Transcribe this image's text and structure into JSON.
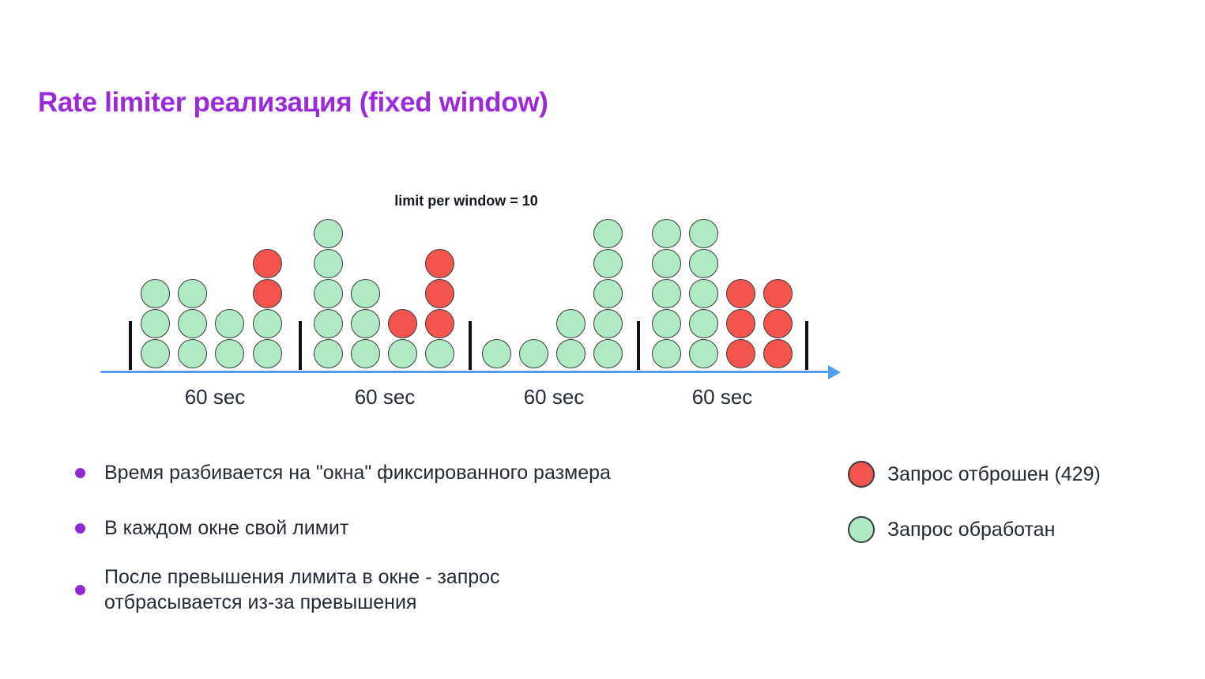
{
  "title": "Rate limiter реализация (fixed window)",
  "diagram": {
    "limit_label": "limit per window = 10",
    "windows": [
      {
        "label": "60 sec",
        "columns": [
          [
            "processed",
            "processed",
            "processed"
          ],
          [
            "processed",
            "processed",
            "processed"
          ],
          [
            "processed",
            "processed"
          ],
          [
            "processed",
            "processed",
            "dropped",
            "dropped"
          ]
        ]
      },
      {
        "label": "60 sec",
        "columns": [
          [
            "processed",
            "processed",
            "processed",
            "processed",
            "processed"
          ],
          [
            "processed",
            "processed",
            "processed"
          ],
          [
            "processed",
            "dropped"
          ],
          [
            "processed",
            "dropped",
            "dropped",
            "dropped"
          ]
        ]
      },
      {
        "label": "60 sec",
        "columns": [
          [
            "processed"
          ],
          [
            "processed"
          ],
          [
            "processed",
            "processed"
          ],
          [
            "processed",
            "processed",
            "processed",
            "processed",
            "processed"
          ]
        ]
      },
      {
        "label": "60 sec",
        "columns": [
          [
            "processed",
            "processed",
            "processed",
            "processed",
            "processed"
          ],
          [
            "processed",
            "processed",
            "processed",
            "processed",
            "processed"
          ],
          [
            "dropped",
            "dropped",
            "dropped"
          ],
          [
            "dropped",
            "dropped",
            "dropped"
          ]
        ]
      }
    ]
  },
  "legend": {
    "items": [
      {
        "status": "dropped",
        "label": "Запрос отброшен (429)"
      },
      {
        "status": "processed",
        "label": "Запрос обработан"
      }
    ]
  },
  "bullets": [
    "Время разбивается на \"окна\" фиксированного размера",
    "В каждом окне свой лимит",
    "После превышения лимита в окне - запрос\nотбрасывается из-за превышения"
  ],
  "colors": {
    "title": "#9B2BD9",
    "bullet_dot": "#8E2BD3",
    "body_text": "#252B35",
    "limit_text": "#131920",
    "processed_fill": "#AFEAC5",
    "dropped_fill": "#F4544E",
    "circle_stroke": "#3B3B3B",
    "axis": "#4E9EF4",
    "tick": "#111111"
  }
}
